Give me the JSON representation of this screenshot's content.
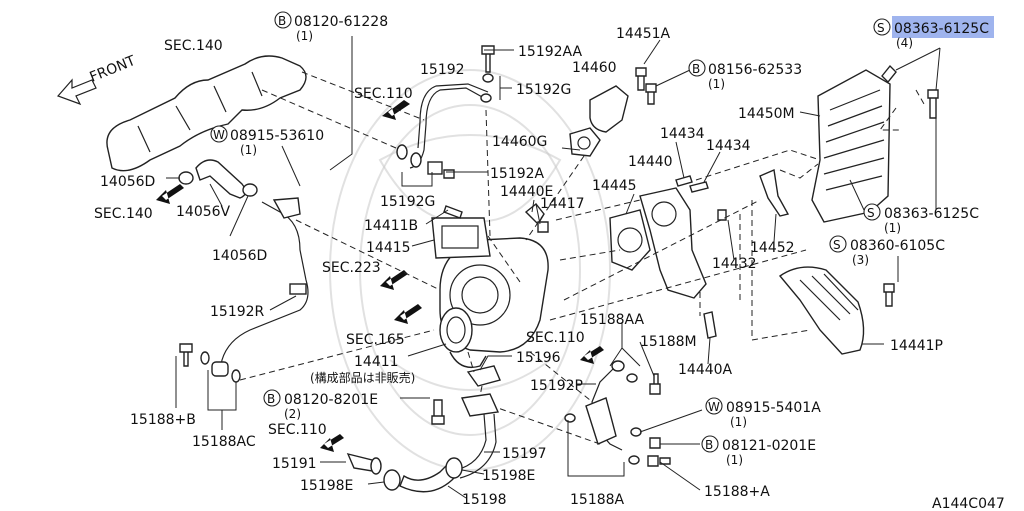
{
  "labels": [
    {
      "id": "front",
      "text": "FRONT"
    },
    {
      "id": "sec140a",
      "text": "SEC.140"
    },
    {
      "id": "p08120_61228",
      "text": "08120-61228",
      "prefix": "B"
    },
    {
      "id": "q1a",
      "text": "(1)"
    },
    {
      "id": "p15192",
      "text": "15192"
    },
    {
      "id": "p15192AA",
      "text": "15192AA"
    },
    {
      "id": "p14451A",
      "text": "14451A"
    },
    {
      "id": "p14460",
      "text": "14460"
    },
    {
      "id": "p08156_62533",
      "text": "08156-62533",
      "prefix": "B"
    },
    {
      "id": "q1b",
      "text": "(1)"
    },
    {
      "id": "p08363_6125C_top",
      "text": "08363-6125C",
      "prefix": "S"
    },
    {
      "id": "q4",
      "text": "(4)"
    },
    {
      "id": "sec110a",
      "text": "SEC.110"
    },
    {
      "id": "p15192G_a",
      "text": "15192G"
    },
    {
      "id": "p08915_53610",
      "text": "08915-53610",
      "prefix": "W"
    },
    {
      "id": "q1c",
      "text": "(1)"
    },
    {
      "id": "p14460G",
      "text": "14460G"
    },
    {
      "id": "p14450M",
      "text": "14450M"
    },
    {
      "id": "p14434a",
      "text": "14434"
    },
    {
      "id": "p14440",
      "text": "14440"
    },
    {
      "id": "p14434b",
      "text": "14434"
    },
    {
      "id": "p14056D_a",
      "text": "14056D"
    },
    {
      "id": "p15192A",
      "text": "15192A"
    },
    {
      "id": "p14440E",
      "text": "14440E"
    },
    {
      "id": "p14445",
      "text": "14445"
    },
    {
      "id": "sec140b",
      "text": "SEC.140"
    },
    {
      "id": "p14056V",
      "text": "14056V"
    },
    {
      "id": "p15192G_b",
      "text": "15192G"
    },
    {
      "id": "p14417",
      "text": "14417"
    },
    {
      "id": "p08363_6125C_r",
      "text": "08363-6125C",
      "prefix": "S"
    },
    {
      "id": "q1d",
      "text": "(1)"
    },
    {
      "id": "p14411B",
      "text": "14411B"
    },
    {
      "id": "p14415",
      "text": "14415"
    },
    {
      "id": "p14452",
      "text": "14452"
    },
    {
      "id": "p08360_6105C",
      "text": "08360-6105C",
      "prefix": "S"
    },
    {
      "id": "q3",
      "text": "(3)"
    },
    {
      "id": "p14056D_b",
      "text": "14056D"
    },
    {
      "id": "sec223",
      "text": "SEC.223"
    },
    {
      "id": "p14432",
      "text": "14432"
    },
    {
      "id": "p15192R",
      "text": "15192R"
    },
    {
      "id": "p15188AA",
      "text": "15188AA"
    },
    {
      "id": "sec165",
      "text": "SEC.165"
    },
    {
      "id": "sec110b",
      "text": "SEC.110"
    },
    {
      "id": "p15188M",
      "text": "15188M"
    },
    {
      "id": "p14441P",
      "text": "14441P"
    },
    {
      "id": "p14411",
      "text": "14411"
    },
    {
      "id": "p15196",
      "text": "15196"
    },
    {
      "id": "note_jp",
      "text": "(構成部品は非販売)"
    },
    {
      "id": "p15192P",
      "text": "15192P"
    },
    {
      "id": "p14440A",
      "text": "14440A"
    },
    {
      "id": "p15188B",
      "text": "15188+B"
    },
    {
      "id": "p08120_8201E",
      "text": "08120-8201E",
      "prefix": "B"
    },
    {
      "id": "q2",
      "text": "(2)"
    },
    {
      "id": "p08915_5401A",
      "text": "08915-5401A",
      "prefix": "W"
    },
    {
      "id": "q1e",
      "text": "(1)"
    },
    {
      "id": "p15188AC",
      "text": "15188AC"
    },
    {
      "id": "sec110c",
      "text": "SEC.110"
    },
    {
      "id": "p08121_0201E",
      "text": "08121-0201E",
      "prefix": "B"
    },
    {
      "id": "q1f",
      "text": "(1)"
    },
    {
      "id": "p15191",
      "text": "15191"
    },
    {
      "id": "p15197",
      "text": "15197"
    },
    {
      "id": "p15198E_r",
      "text": "15198E"
    },
    {
      "id": "p15198E_l",
      "text": "15198E"
    },
    {
      "id": "p15198",
      "text": "15198"
    },
    {
      "id": "p15188A",
      "text": "15188A"
    },
    {
      "id": "p15188pA",
      "text": "15188+A"
    },
    {
      "id": "code",
      "text": "A144C047"
    }
  ],
  "colors": {
    "ink": "#111111",
    "highlight": "#9fb4ee"
  }
}
